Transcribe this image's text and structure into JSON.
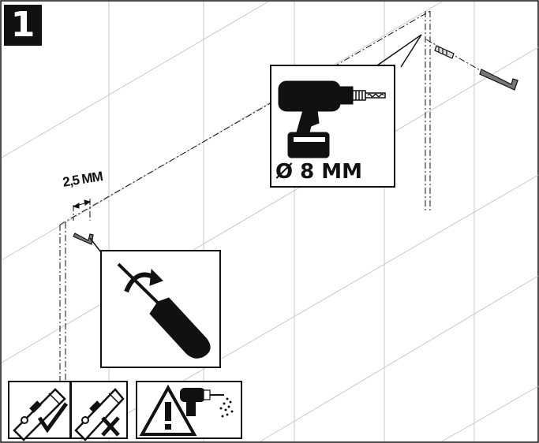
{
  "step": {
    "number": "1"
  },
  "drill_callout": {
    "label": "Ø 8 MM",
    "icon": "drill-icon"
  },
  "gap_dimension": {
    "label": "2,5 MM"
  },
  "screwdriver_callout": {
    "icon": "screwdriver-icon"
  },
  "legend": [
    {
      "icon": "spirit-level-check-icon"
    },
    {
      "icon": "spirit-level-cross-icon"
    },
    {
      "icon": "drill-warning-icon"
    }
  ],
  "colors": {
    "ink": "#111111",
    "grid": "#c8c8c8",
    "background": "#ffffff"
  }
}
